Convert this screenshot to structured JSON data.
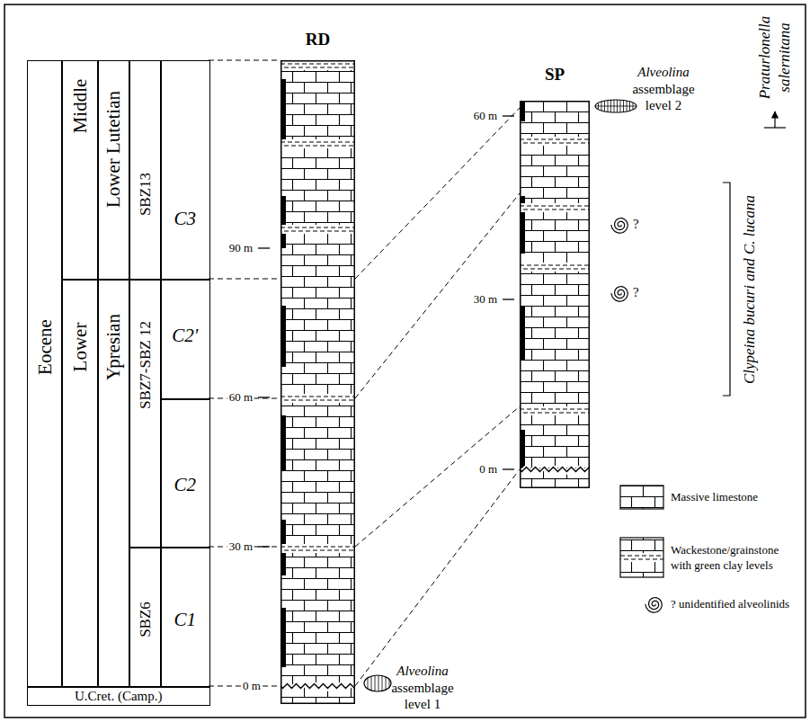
{
  "diagram": {
    "nodes": [
      {
        "text": [
          "Eocene"
        ]
      },
      {
        "text": [
          "Middle"
        ]
      },
      {
        "text": [
          "Lower"
        ]
      },
      {
        "text": [
          "Lower Lutetian"
        ]
      },
      {
        "text": [
          "Ypresian"
        ]
      },
      {
        "text": [
          "SBZ13"
        ]
      },
      {
        "text": [
          "SBZ7-SBZ 12"
        ]
      },
      {
        "text": [
          "SBZ6"
        ]
      },
      {
        "text": [
          "C3"
        ]
      },
      {
        "text": [
          "C2'"
        ]
      },
      {
        "text": [
          "C2"
        ]
      },
      {
        "text": [
          "C1"
        ]
      },
      {
        "text": [
          "U.Cret. (Camp.)"
        ]
      },
      {
        "text": [
          "RD"
        ]
      },
      {
        "text": [
          "SP"
        ]
      }
    ],
    "labels": [
      "90 m",
      "60 m",
      "30 m",
      "0 m",
      "60 m",
      "30 m",
      "0 m",
      "Alveolina",
      "assemblage level 2",
      "Praturlonella salernitana",
      "?",
      "?",
      "Clypeina bucuri and C. lucana",
      "Alveolina",
      "assemblage level 1"
    ],
    "legend": [
      {
        "text": "Massive limestone"
      },
      {
        "text": "Wackestone/grainstone with green clay levels"
      },
      {
        "text": "? unidentified alveolinids"
      }
    ]
  }
}
